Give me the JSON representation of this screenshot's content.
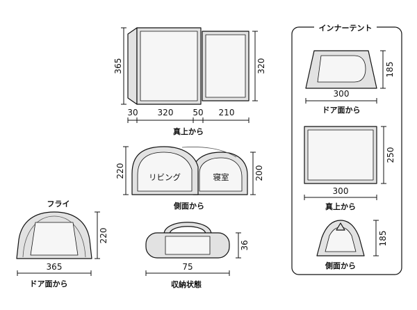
{
  "top_view": {
    "caption": "真上から",
    "height_left": "365",
    "height_right": "320",
    "widths": [
      "30",
      "320",
      "50",
      "210"
    ]
  },
  "side_view": {
    "caption": "側面から",
    "living_label": "リビング",
    "bedroom_label": "寝室",
    "height_left": "220",
    "height_right": "200"
  },
  "fly": {
    "title": "フライ",
    "caption": "ドア面から",
    "height": "220",
    "width": "365"
  },
  "storage": {
    "caption": "収納状態",
    "height": "36",
    "width": "75"
  },
  "inner_tent": {
    "title": "インナーテント",
    "door_view": {
      "caption": "ドア面から",
      "height": "185",
      "width": "300"
    },
    "top_view": {
      "caption": "真上から",
      "height": "250",
      "width": "300"
    },
    "side_view": {
      "caption": "側面から",
      "height": "185"
    }
  },
  "colors": {
    "ink": "#111111",
    "fill": "#e2e2e2",
    "inner": "#f6f6f6"
  }
}
